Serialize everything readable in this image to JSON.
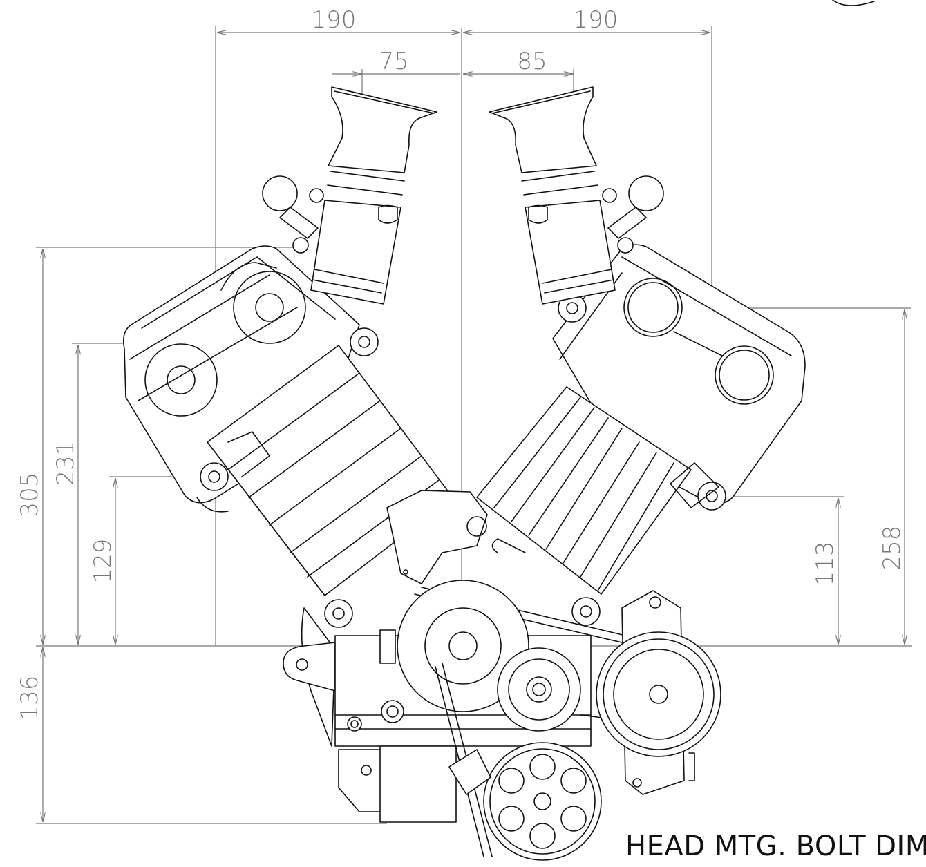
{
  "dimensions": {
    "top_left_width": "190",
    "top_right_width": "190",
    "left_inlet_offset": "75",
    "right_inlet_offset": "85",
    "height_305": "305",
    "height_231": "231",
    "height_129": "129",
    "below_136": "136",
    "height_258": "258",
    "height_113": "113"
  },
  "note": {
    "text": "HEAD MTG. BOLT DIM"
  }
}
